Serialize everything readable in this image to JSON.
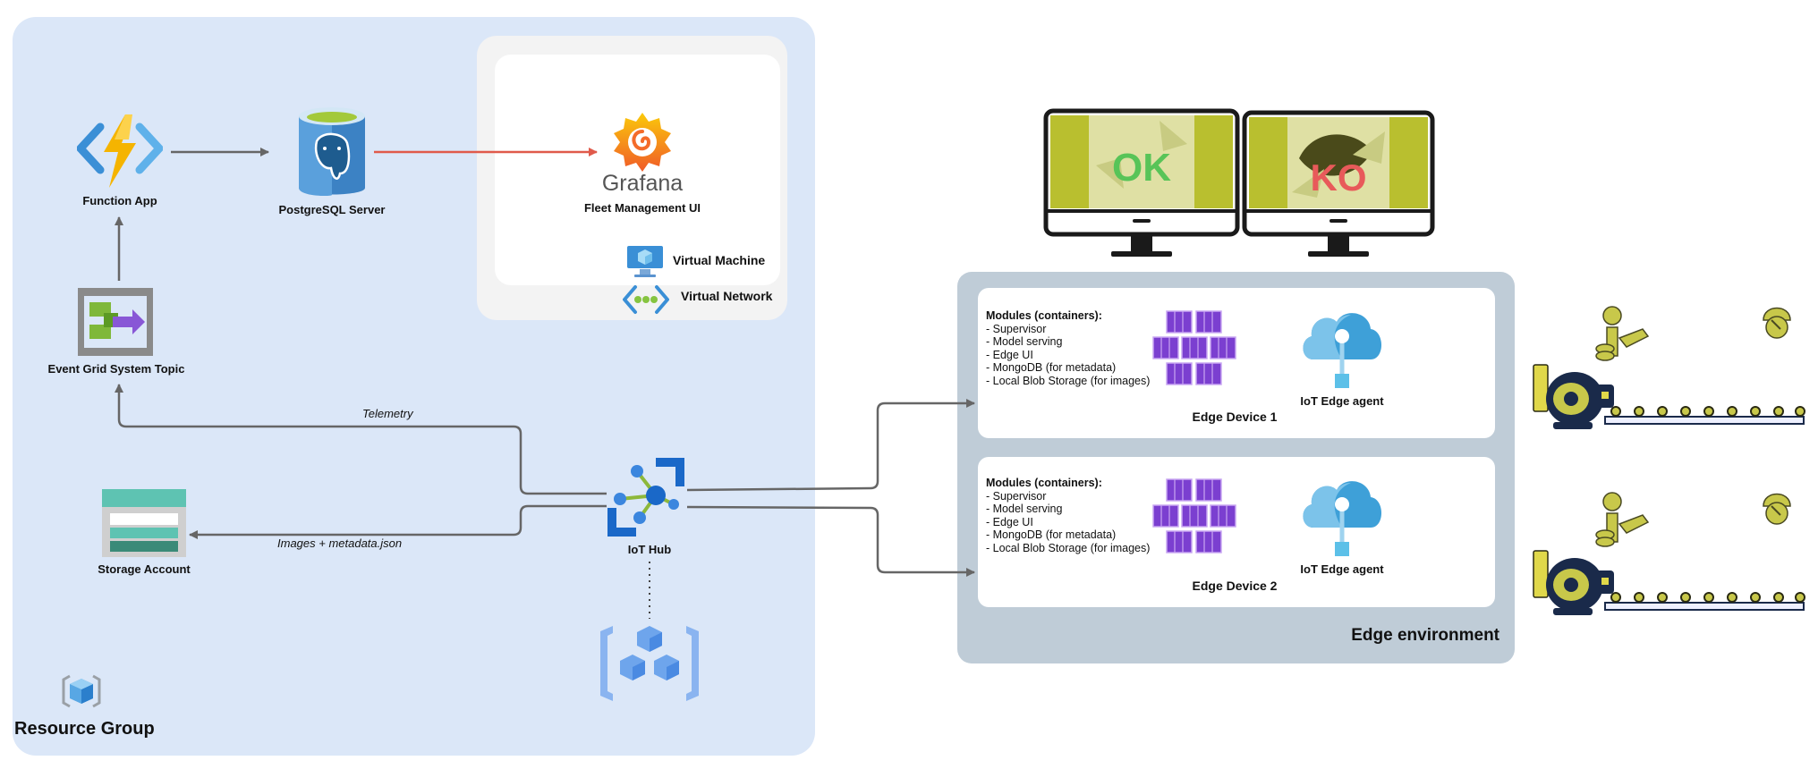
{
  "resource_group": {
    "label": "Resource Group",
    "nodes": {
      "function_app": "Function App",
      "postgresql": "PostgreSQL Server",
      "grafana_wordmark": "Grafana",
      "fleet_ui": "Fleet Management UI",
      "event_grid": "Event Grid System Topic",
      "storage": "Storage Account",
      "iot_hub": "IoT Hub"
    },
    "virtual_machine": "Virtual Machine",
    "virtual_network": "Virtual Network",
    "edges": {
      "telemetry": "Telemetry",
      "images": "Images + metadata.json"
    }
  },
  "monitors": {
    "ok": "OK",
    "ko": "KO"
  },
  "edge_environment": {
    "label": "Edge environment",
    "devices": [
      {
        "name": "Edge Device 1",
        "modules_title": "Modules (containers):",
        "modules": [
          "- Supervisor",
          "- Model serving",
          "- Edge UI",
          "- MongoDB (for metadata)",
          "- Local Blob Storage  (for images)"
        ],
        "agent": "IoT Edge agent"
      },
      {
        "name": "Edge Device 2",
        "modules_title": "Modules (containers):",
        "modules": [
          "- Supervisor",
          "- Model serving",
          "- Edge UI",
          "- MongoDB (for metadata)",
          "- Local Blob Storage  (for images)"
        ],
        "agent": "IoT Edge agent"
      }
    ]
  },
  "colors": {
    "resource_group_bg": "#dbe7f8",
    "edge_bg": "#bfccd7",
    "arrow_gray": "#666666",
    "arrow_red": "#e05a4b",
    "monitor_green": "#b9bf2f",
    "container_purple": "#7b3fd0",
    "cloud_blue": "#3ea0d8"
  },
  "icons": [
    "function-app-icon",
    "postgresql-icon",
    "grafana-icon",
    "event-grid-icon",
    "storage-icon",
    "iot-hub-icon",
    "vm-icon",
    "vnet-icon",
    "resource-group-icon",
    "edge-cube-icon",
    "monitor-ok-icon",
    "monitor-ko-icon",
    "containers-icon",
    "iot-edge-cloud-icon",
    "production-line-icon"
  ]
}
